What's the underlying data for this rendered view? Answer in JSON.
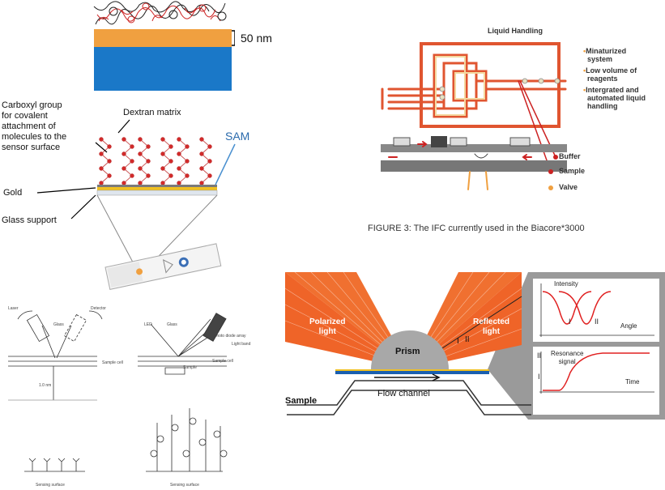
{
  "sensor_chip": {
    "thickness_label": "50 nm",
    "carboxyl_label_lines": [
      "Carboxyl group",
      "for covalent",
      "attachment of",
      "molecules to the",
      "sensor surface"
    ],
    "dextran_label": "Dextran  matrix",
    "sam_label": "SAM",
    "gold_label": "Gold",
    "glass_label": "Glass support",
    "colors": {
      "gold_layer": "#f0a040",
      "substrate": "#1a78c8",
      "dots": "#d42a2a",
      "sam_arrow": "#4a90d0"
    }
  },
  "liquid_handling": {
    "title": "Liquid Handling",
    "features": [
      "Minaturized system",
      "Low volume of reagents",
      "Intergrated and automated liquid handling"
    ],
    "feature_lines": [
      [
        "Minaturized",
        "system"
      ],
      [
        "Low volume of",
        "reagents"
      ],
      [
        "Intergrated and",
        "automated liquid",
        "handling"
      ]
    ],
    "legend": [
      "Buffer",
      "Sample",
      "Valve"
    ],
    "caption": "FIGURE 3: The IFC currently used in the Biacore*3000",
    "colors": {
      "channel": "#e05530",
      "buffer": "#cc2222",
      "sample": "#cc2222",
      "valve": "#f0a040"
    }
  },
  "spr_diagram": {
    "polarized_label": [
      "Polarized",
      "light"
    ],
    "reflected_label": [
      "Reflected",
      "light"
    ],
    "prism_label": "Prism",
    "flow_label": "Flow channel",
    "sample_label": "Sample",
    "beam_marks": [
      "I",
      "II"
    ],
    "graph_top": {
      "ylabel": "Intensity",
      "xlabel": "Angle",
      "marks": [
        "I",
        "II"
      ]
    },
    "graph_bottom": {
      "ylabel": [
        "Resonance",
        "signal"
      ],
      "xlabel": "Time",
      "marks": [
        "II",
        "I"
      ]
    },
    "colors": {
      "light": "#f07030",
      "curve": "#e02020",
      "prism": "#a8a8a8",
      "panel_bg": "#9a9a9a"
    }
  },
  "schematics": {
    "left_labels": [
      "Laser",
      "Detector",
      "Glass",
      "Sample cell",
      "1.0 nm"
    ],
    "right_labels": [
      "LED",
      "Glass",
      "Photo diode array",
      "Light band",
      "Sample cell",
      "Sample"
    ],
    "bottom_captions": [
      "Sensing surface",
      "Sensing surface"
    ]
  }
}
